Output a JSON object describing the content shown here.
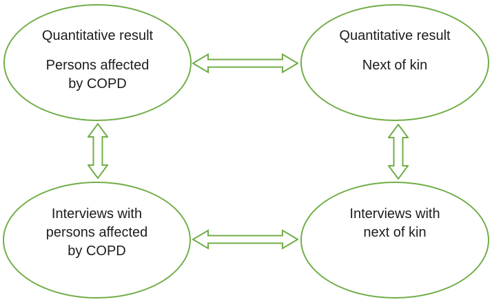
{
  "colors": {
    "node_stroke": "#70AD47",
    "arrow_stroke": "#70AD47",
    "arrow_fill": "#ffffff",
    "text": "#1c1c1c",
    "background": "#ffffff"
  },
  "nodes": {
    "top_left": {
      "line1": "Quantitative result",
      "line2": "Persons affected",
      "line3": "by COPD"
    },
    "top_right": {
      "line1": "Quantitative result",
      "line2": "Next of kin"
    },
    "bottom_left": {
      "line1": "Interviews with",
      "line2": "persons affected",
      "line3": "by COPD"
    },
    "bottom_right": {
      "line1": "Interviews with",
      "line2": "next of kin"
    }
  },
  "arrows": {
    "top_horizontal": "double-arrow-horizontal",
    "bottom_horizontal": "double-arrow-horizontal",
    "left_vertical": "double-arrow-vertical",
    "right_vertical": "double-arrow-vertical"
  }
}
